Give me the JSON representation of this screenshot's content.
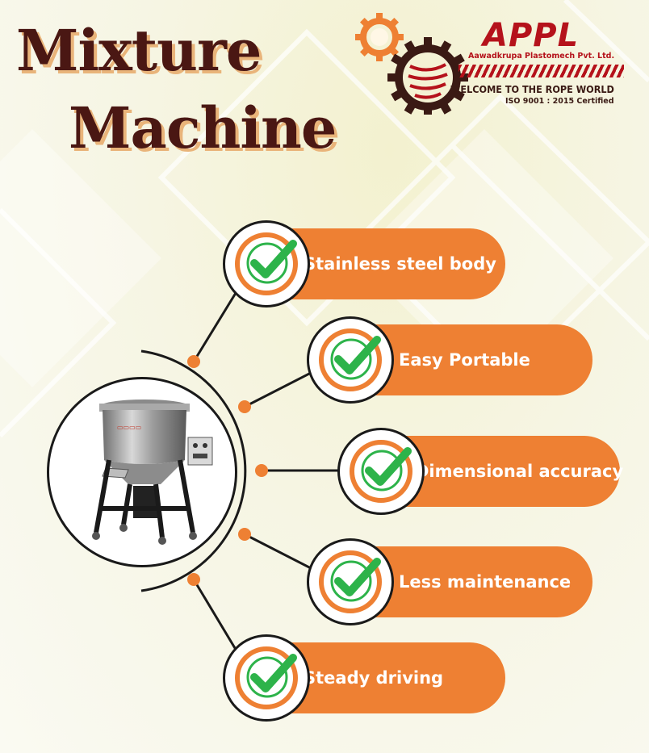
{
  "title": {
    "line1": "Mixture",
    "line2": "Machine"
  },
  "logo": {
    "name": "APPL",
    "company": "Aawadkrupa Plastomech Pvt. Ltd.",
    "tagline": "WELCOME TO THE ROPE WORLD",
    "certification": "ISO 9001 : 2015 Certified"
  },
  "features": [
    {
      "label": "Stainless steel body"
    },
    {
      "label": "Easy Portable"
    },
    {
      "label": "Dimensional accuracy"
    },
    {
      "label": "Less maintenance"
    },
    {
      "label": "Steady driving"
    }
  ],
  "colors": {
    "accent": "#ee8033",
    "title": "#4a1713",
    "check": "#2db34a",
    "brand_red": "#b5121b"
  },
  "icons": {
    "feature": "check-icon",
    "logo": "gear-icon"
  }
}
